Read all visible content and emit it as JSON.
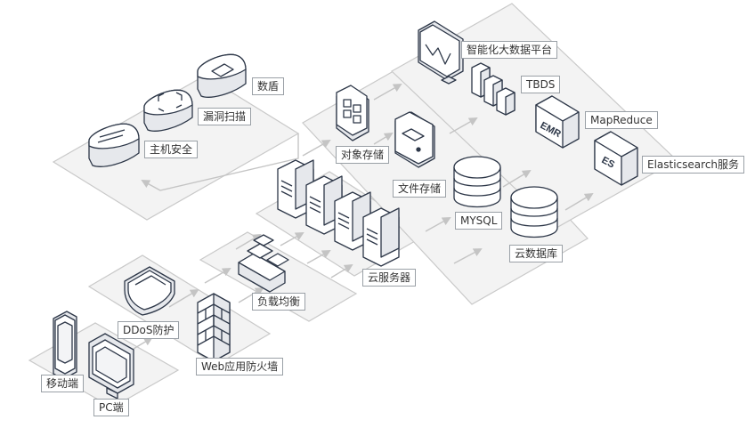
{
  "diagram": {
    "colors": {
      "platform_fill": "#f3f3f3",
      "platform_stroke": "#c9c9c9",
      "arrow": "#c4c4c4",
      "icon_stroke": "#2d3748",
      "icon_fill": "#ffffff",
      "icon_shade": "#e6e8ec",
      "label_border": "#9aa0a6",
      "label_text": "#333333"
    },
    "labels": {
      "mobile": "移动端",
      "pc": "PC端",
      "ddos": "DDoS防护",
      "waf": "Web应用防火墙",
      "load_balancer": "负载均衡",
      "cloud_server": "云服务器",
      "host_security": "主机安全",
      "vuln_scan": "漏洞扫描",
      "data_shield": "数盾",
      "object_storage": "对象存储",
      "file_storage": "文件存储",
      "mysql": "MYSQL",
      "cloud_database": "云数据库",
      "bigdata_platform": "智能化大数据平台",
      "tbds": "TBDS",
      "mapreduce": "MapReduce",
      "elasticsearch": "Elasticsearch服务"
    },
    "icon_text": {
      "emr": "EMR",
      "es": "ES"
    }
  }
}
